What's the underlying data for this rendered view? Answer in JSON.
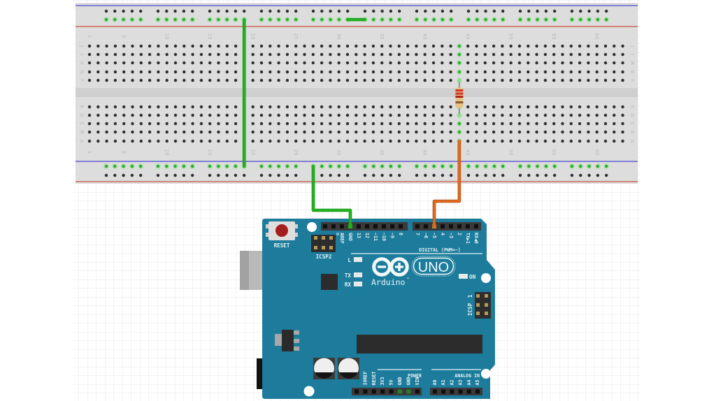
{
  "breadboard": {
    "column_count": 63,
    "column_labels": [
      "1",
      "5",
      "10",
      "15",
      "20",
      "25",
      "30",
      "35",
      "40",
      "45",
      "50",
      "55",
      "60"
    ],
    "rows_top": [
      "J",
      "I",
      "H",
      "G",
      "F"
    ],
    "rows_bottom": [
      "E",
      "D",
      "C",
      "B",
      "A"
    ],
    "rail_group_count": 10,
    "rail_group_size": 5,
    "highlighted_column": 44,
    "highlighted_rails": [
      "top-inner",
      "bottom-inner"
    ],
    "colors": {
      "body": "#dddddd",
      "channel": "#cfcfcf",
      "rail_blue": "#6262d4",
      "rail_red": "#cc675d",
      "hole": "#2e2e2e",
      "hole_connected": "#2faa2f",
      "hole_glow": "#a9e0a9"
    }
  },
  "resistor": {
    "column": 44,
    "rows": [
      "F",
      "D"
    ],
    "body_color": "#e3c283",
    "lead_color": "#8e9b96",
    "bands": [
      "#d42f2a",
      "#d42f2a",
      "#b32219",
      "#8a5a2b"
    ]
  },
  "wires": [
    {
      "name": "rail-bridge-wire",
      "color": "#22b522",
      "shade": "#168a16",
      "from": "top power rail (left half)",
      "to": "top power rail (right half)"
    },
    {
      "name": "rail-to-rail-wire",
      "color": "#22b522",
      "shade": "#168a16",
      "from": "top power rail",
      "to": "bottom power rail"
    },
    {
      "name": "gnd-wire",
      "color": "#22b522",
      "shade": "#168a16",
      "from": "bottom power rail",
      "to": "Arduino GND"
    },
    {
      "name": "pin5-wire",
      "color": "#df6a1f",
      "shade": "#a84c12",
      "from": "breadboard column 44 row A",
      "to": "Arduino pin ~5"
    }
  ],
  "arduino": {
    "board_color": "#1d7c9c",
    "reset_label": "RESET",
    "icsp2_label": "ICSP2",
    "icsp_label": "ICSP",
    "icsp_pin1_label": "1",
    "digital_label": "DIGITAL (PWM=~)",
    "digital_left_pins": [
      "",
      "",
      "AREF",
      "GND",
      "13",
      "12",
      "~11",
      "~10",
      "~9",
      "8"
    ],
    "digital_right_pins": [
      "7",
      "~6",
      "~5",
      "4",
      "~3",
      "2",
      "TX▶1",
      "RX◀0"
    ],
    "connected_pins": {
      "GND": "#22b522",
      "~5": "#b48a2a"
    },
    "leds": {
      "l": "L",
      "tx": "TX",
      "rx": "RX",
      "on": "ON"
    },
    "brand": "Arduino",
    "trademark": "™",
    "model": "UNO",
    "power_label": "POWER",
    "power_pins": [
      "",
      "IOREF",
      "RESET",
      "3V3",
      "5V",
      "GND",
      "GND",
      "VIN"
    ],
    "power_highlight_color": "#2c7d2c",
    "analog_label": "ANALOG IN",
    "analog_pins": [
      "A0",
      "A1",
      "A2",
      "A3",
      "A4",
      "A5"
    ]
  }
}
